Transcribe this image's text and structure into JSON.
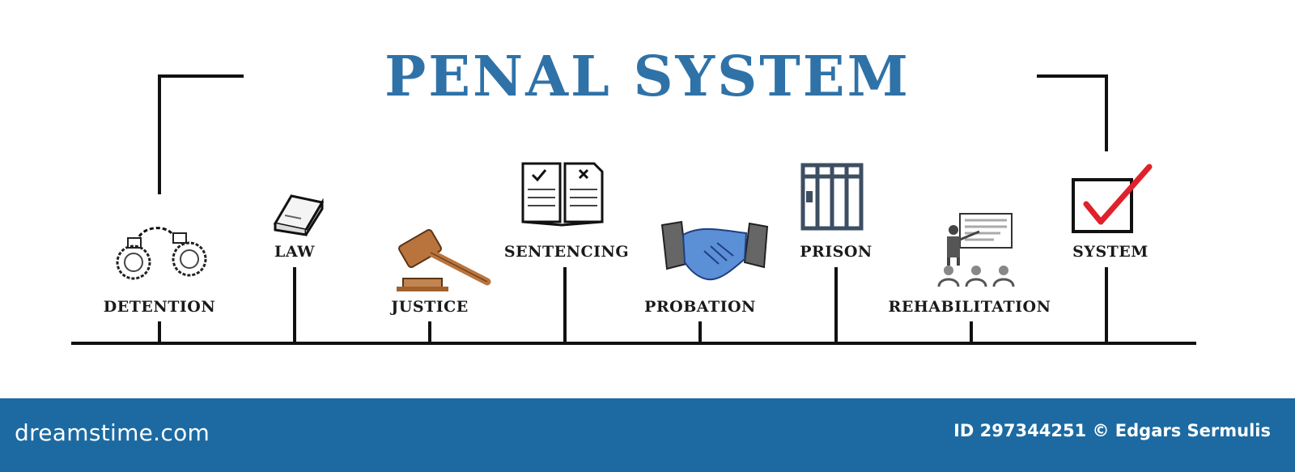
{
  "title": "PENAL SYSTEM",
  "items": [
    {
      "label": "DETENTION",
      "icon": "handcuffs-icon"
    },
    {
      "label": "LAW",
      "icon": "book-icon"
    },
    {
      "label": "JUSTICE",
      "icon": "gavel-icon"
    },
    {
      "label": "SENTENCING",
      "icon": "open-document-icon"
    },
    {
      "label": "PROBATION",
      "icon": "handshake-icon"
    },
    {
      "label": "PRISON",
      "icon": "prison-bars-icon"
    },
    {
      "label": "REHABILITATION",
      "icon": "presentation-icon"
    },
    {
      "label": "SYSTEM",
      "icon": "checkbox-icon"
    }
  ],
  "footer": {
    "brand": "dreamstime.com",
    "credit": "ID 297344251 © Edgars Sermulis"
  },
  "colors": {
    "title": "#2f72a8",
    "footer_bg": "#1c6aa1",
    "check": "#e0202a",
    "gavel": "#b9743d",
    "hand_blue": "#5b8fd6"
  }
}
